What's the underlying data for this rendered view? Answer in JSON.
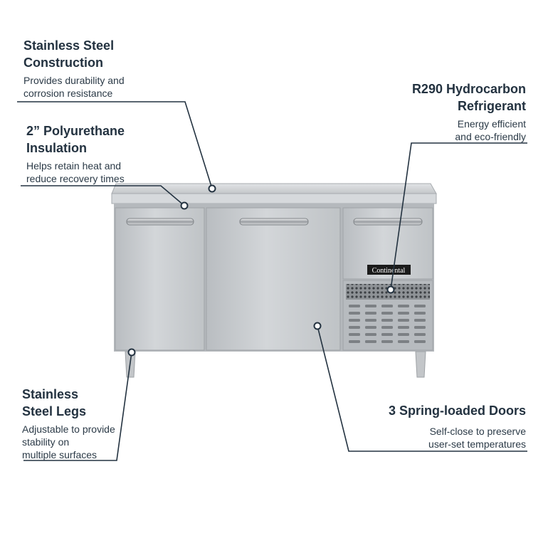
{
  "callouts": [
    {
      "title": "Stainless Steel\nConstruction",
      "desc": "Provides durability and\ncorrosion resistance"
    },
    {
      "title": "2” Polyurethane\nInsulation",
      "desc": "Helps retain heat and\nreduce recovery times"
    },
    {
      "title": "R290 Hydrocarbon\nRefrigerant",
      "desc": "Energy efficient\nand eco-friendly"
    },
    {
      "title": "Stainless\nSteel Legs",
      "desc": "Adjustable to provide\nstability on\nmultiple surfaces"
    },
    {
      "title": "3 Spring-loaded Doors",
      "desc": "Self-close to preserve\nuser-set temperatures"
    }
  ],
  "product": {
    "brand_label": "Continental",
    "colors": {
      "steel": "#c9cccf",
      "steel_dark": "#a9adb1",
      "line": "#233240"
    }
  }
}
